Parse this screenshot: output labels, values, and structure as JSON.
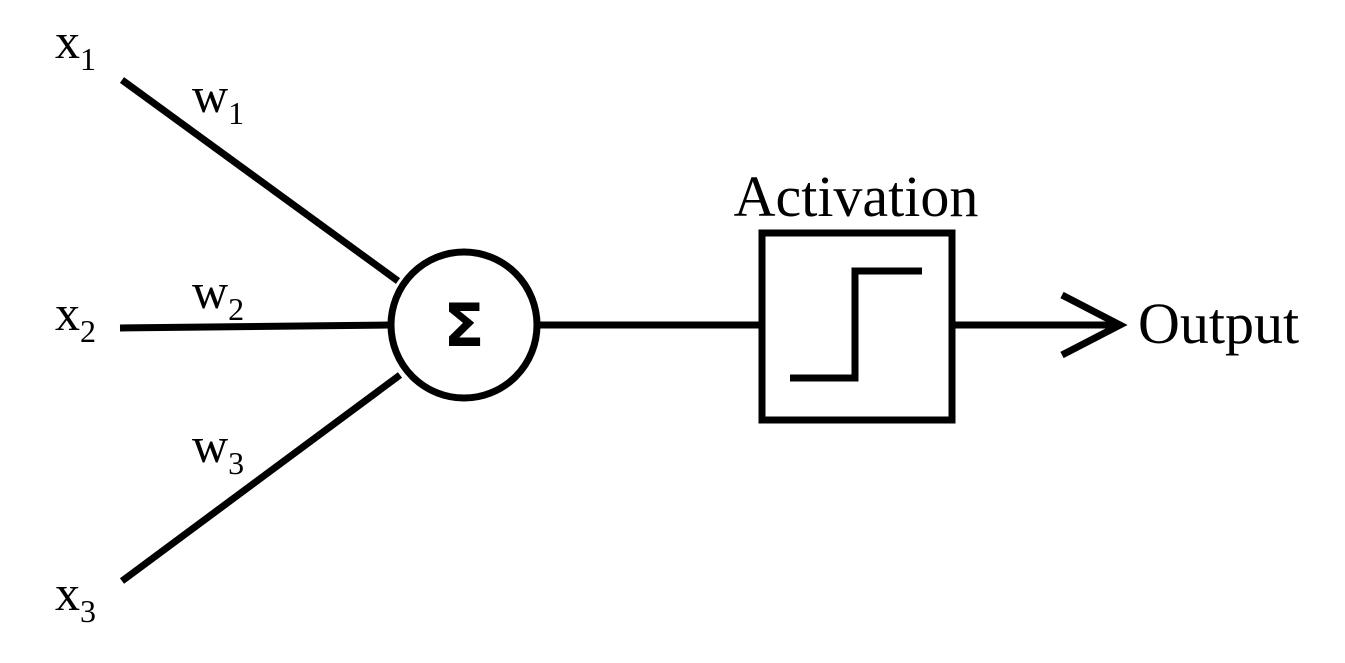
{
  "inputs": [
    {
      "base": "x",
      "sub": "1"
    },
    {
      "base": "x",
      "sub": "2"
    },
    {
      "base": "x",
      "sub": "3"
    }
  ],
  "weights": [
    {
      "base": "w",
      "sub": "1"
    },
    {
      "base": "w",
      "sub": "2"
    },
    {
      "base": "w",
      "sub": "3"
    }
  ],
  "summation": {
    "symbol": "Σ"
  },
  "activation": {
    "title": "Activation"
  },
  "output": {
    "label": "Output"
  },
  "colors": {
    "stroke": "#000000",
    "background": "#ffffff"
  }
}
